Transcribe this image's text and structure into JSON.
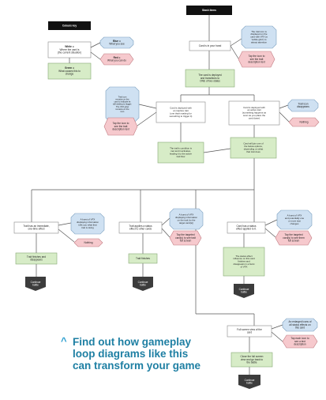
{
  "colors": {
    "start": "#111111",
    "default": "#ffffff",
    "blue": "#cfe1f2",
    "red": "#f6c9cd",
    "green": "#d7ecc7",
    "end": "#3c3c3c",
    "line": "#555555",
    "caption": "#1e7fa3"
  },
  "key": {
    "title": "Colours key",
    "white": [
      "White =",
      "Where the card is",
      "(the current situation)"
    ],
    "green": [
      "Green =",
      "What causes this to",
      "change"
    ],
    "blue": [
      "Blue =",
      "What you see"
    ],
    "red": [
      "Red =",
      "What you can do"
    ]
  },
  "nodes": [
    {
      "id": "start",
      "kind": "start",
      "lines": [
        "Stash items"
      ]
    },
    {
      "id": "card-in-hand",
      "kind": "default",
      "lines": [
        "Card is in your hand"
      ]
    },
    {
      "id": "trait-icon-displayed",
      "kind": "blue",
      "lines": [
        "The trait icon is",
        "displayed on the",
        "card with VFX (a",
        "'subtle glint') to",
        "attract attention"
      ]
    },
    {
      "id": "tap-trait-icon-1",
      "kind": "red",
      "lines": [
        "Tap the icon to",
        "see the trait",
        "description text"
      ]
    },
    {
      "id": "card-deployed",
      "kind": "green",
      "lines": [
        "The card is deployed",
        "and transitions to",
        "ONE of two states"
      ]
    },
    {
      "id": "inactive-trait",
      "kind": "default",
      "lines": [
        "Card is deployed with",
        "an inactive trait",
        "(one that's waiting for",
        "something to trigger it)"
      ]
    },
    {
      "id": "active-trait",
      "kind": "default",
      "lines": [
        "Card is deployed with",
        "an active trait",
        "(something happens as",
        "soon as you place the",
        "card down)"
      ]
    },
    {
      "id": "trait-icon-remains",
      "kind": "blue",
      "lines": [
        "Trait icon",
        "remains on the",
        "card to indicate its",
        "still waiting to trigger.",
        "The VFX glow",
        "remains on the",
        "icon"
      ]
    },
    {
      "id": "tap-trait-icon-2",
      "kind": "red",
      "lines": [
        "Tap the icon to",
        "see the trait",
        "description text"
      ]
    },
    {
      "id": "trait-icon-disappears",
      "kind": "blue",
      "lines": [
        "Trait icon",
        "disappears"
      ]
    },
    {
      "id": "nothing-1",
      "kind": "red",
      "lines": [
        "Nothing"
      ]
    },
    {
      "id": "condition-met",
      "kind": "green",
      "lines": [
        "The trait's condition is",
        "met and it activates,",
        "leading it to the active",
        "trait flow"
      ]
    },
    {
      "id": "card-options",
      "kind": "green",
      "lines": [
        "Card will join one of",
        "the below options,",
        "depending on what",
        "that trait does"
      ]
    },
    {
      "id": "immediate-effect",
      "kind": "default",
      "lines": [
        "Trait has an immediate,",
        "one-time effect"
      ]
    },
    {
      "id": "vfx-burst-1",
      "kind": "blue",
      "lines": [
        "A burst of VFX",
        "displaying information",
        "tells you what that",
        "trait is doing"
      ]
    },
    {
      "id": "nothing-2",
      "kind": "red",
      "lines": [
        "Nothing"
      ]
    },
    {
      "id": "trait-finishes-1",
      "kind": "green",
      "lines": [
        "Trait finishes and",
        "disappears"
      ]
    },
    {
      "id": "status-to-others",
      "kind": "default",
      "lines": [
        "Trait applies a status",
        "effect to other cards"
      ]
    },
    {
      "id": "vfx-burst-2",
      "kind": "blue",
      "lines": [
        "A burst of VFX",
        "displaying information",
        "on the trait (to the",
        "target card(s))"
      ]
    },
    {
      "id": "tap-targeted-1",
      "kind": "red",
      "lines": [
        "Tap the targeted",
        "card(s) to see trait",
        "full screen"
      ]
    },
    {
      "id": "trait-finishes-2",
      "kind": "green",
      "lines": [
        "Trait finishes"
      ]
    },
    {
      "id": "status-self",
      "kind": "default",
      "lines": [
        "Card has a status",
        "effect applied to it."
      ]
    },
    {
      "id": "vfx-burst-3",
      "kind": "blue",
      "lines": [
        "A burst of VFX",
        "and potentially one",
        "or more stat",
        "changes"
      ]
    },
    {
      "id": "tap-targeted-2",
      "kind": "red",
      "lines": [
        "Tap the targeted",
        "card(s) to see them",
        "full screen"
      ]
    },
    {
      "id": "status-finishes",
      "kind": "green",
      "lines": [
        "The status effect",
        "influence on this card",
        "finishes and",
        "disappears in a burst",
        "of VFX"
      ]
    },
    {
      "id": "full-screen-view",
      "kind": "default",
      "lines": [
        "Full screen view of the",
        "card"
      ]
    },
    {
      "id": "fullscreen-icons",
      "kind": "blue",
      "lines": [
        "An enlarged icons of",
        "all status effects on",
        "this card"
      ]
    },
    {
      "id": "tap-each-icon",
      "kind": "red",
      "lines": [
        "Tap each icon to",
        "see a text",
        "description"
      ]
    },
    {
      "id": "close-full-screen",
      "kind": "green",
      "lines": [
        "Close the full screen",
        "view and go back to",
        "the battle"
      ]
    },
    {
      "id": "continue-1",
      "kind": "end",
      "lines": [
        "Continue",
        "battle"
      ]
    },
    {
      "id": "continue-2",
      "kind": "end",
      "lines": [
        "Continue",
        "battle"
      ]
    },
    {
      "id": "continue-3",
      "kind": "end",
      "lines": [
        "Continue",
        "battle"
      ]
    },
    {
      "id": "continue-4",
      "kind": "end",
      "lines": [
        "Continue",
        "battle"
      ]
    }
  ],
  "caption": {
    "text": "Find out how gameplay loop diagrams like this can transform your game",
    "lines": [
      "Find out how gameplay",
      "loop diagrams like this",
      "can transform your game"
    ]
  }
}
